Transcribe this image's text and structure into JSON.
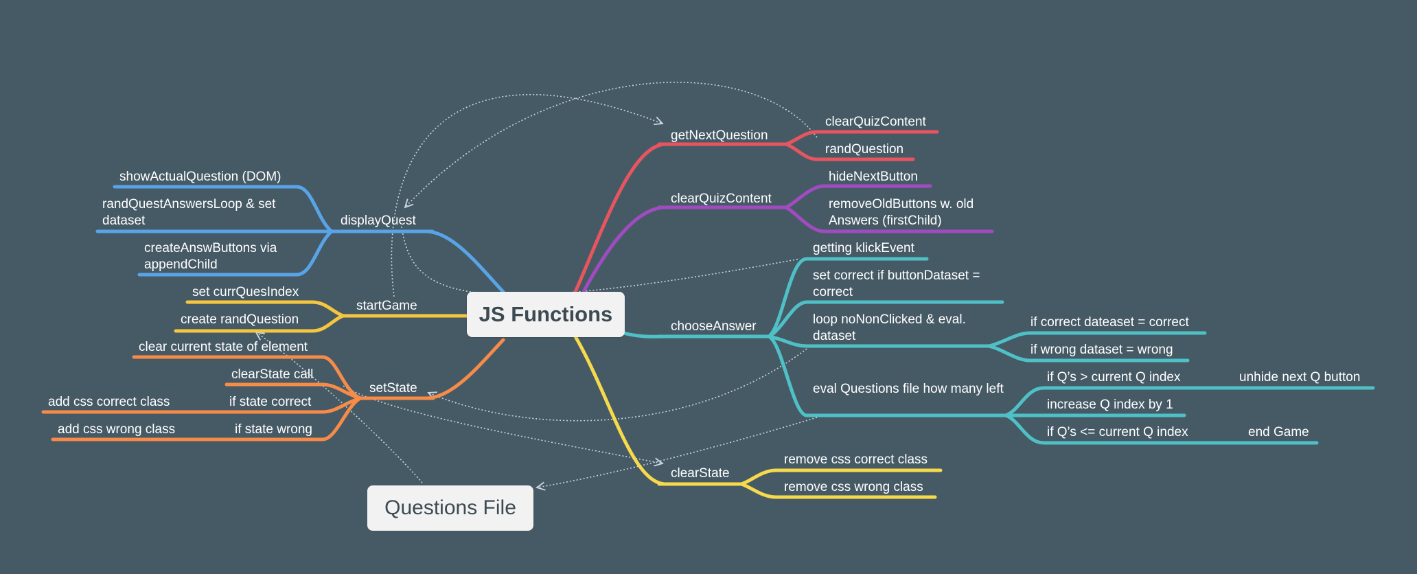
{
  "colors": {
    "background": "#465a66",
    "red": "#e8555f",
    "purple": "#a14bc0",
    "teal": "#4fc1c6",
    "yellow": "#f7d94c",
    "orange": "#f78b48",
    "blue": "#58a4e6",
    "gold": "#f5c73f",
    "relationship": "#c8d6df"
  },
  "root": {
    "label": "JS Functions"
  },
  "floating_topic": {
    "label": "Questions File"
  },
  "branches": {
    "getNextQuestion": {
      "label": "getNextQuestion",
      "children": [
        "clearQuizContent",
        "randQuestion"
      ]
    },
    "clearQuizContent": {
      "label": "clearQuizContent",
      "children": [
        "hideNextButton",
        "removeOldButtons w. old Answers (firstChild)"
      ]
    },
    "chooseAnswer": {
      "label": "chooseAnswer",
      "children": [
        "getting klickEvent",
        "set correct if buttonDataset = correct",
        "loop noNonClicked & eval. dataset",
        "eval Questions file how many left"
      ],
      "loop_children": [
        "if correct dateaset = correct",
        "if wrong dataset = wrong"
      ],
      "eval_children": [
        "if Q’s > current Q index",
        "increase Q index by 1",
        "if Q’s <= current Q index"
      ],
      "eval_grandchildren": [
        "unhide next Q button",
        "end Game"
      ]
    },
    "clearState": {
      "label": "clearState",
      "children": [
        "remove css correct class",
        "remove css wrong class"
      ]
    },
    "displayQuest": {
      "label": "displayQuest",
      "children": [
        "showActualQuestion (DOM)",
        "randQuestAnswersLoop & set dataset",
        "createAnswButtons via appendChild"
      ]
    },
    "startGame": {
      "label": "startGame",
      "children": [
        "set currQuesIndex",
        "create randQuestion"
      ]
    },
    "setState": {
      "label": "setState",
      "children": [
        "clear current state of element",
        "clearState call",
        "if state correct",
        "if state wrong"
      ],
      "grandchildren": [
        "add css correct class",
        "add css wrong class"
      ]
    }
  }
}
